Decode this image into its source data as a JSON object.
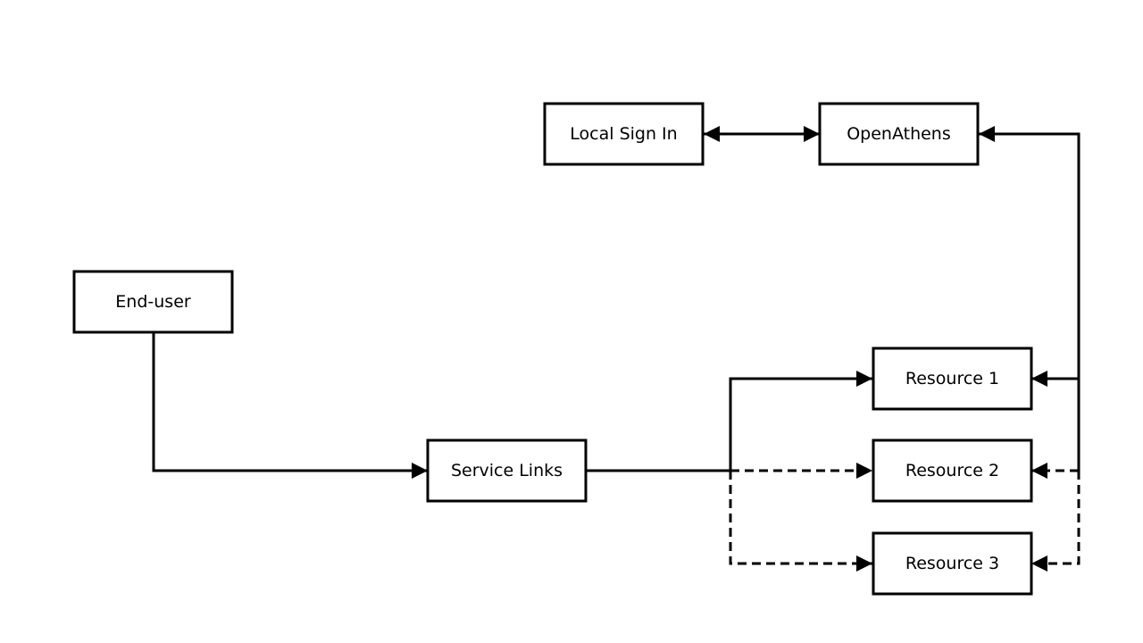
{
  "diagram": {
    "nodes": {
      "local_sign_in": "Local Sign In",
      "openathens": "OpenAthens",
      "end_user": "End-user",
      "service_links": "Service Links",
      "resource_1": "Resource 1",
      "resource_2": "Resource 2",
      "resource_3": "Resource 3"
    },
    "edges": [
      {
        "from": "local_sign_in",
        "to": "openathens",
        "style": "solid",
        "direction": "both"
      },
      {
        "from": "end_user",
        "to": "service_links",
        "style": "solid",
        "direction": "forward"
      },
      {
        "from": "service_links",
        "to": "resource_1",
        "style": "solid",
        "direction": "forward"
      },
      {
        "from": "service_links",
        "to": "resource_2",
        "style": "dashed",
        "direction": "forward"
      },
      {
        "from": "service_links",
        "to": "resource_3",
        "style": "dashed",
        "direction": "forward"
      },
      {
        "from": "openathens",
        "to": "resource_1",
        "style": "solid",
        "direction": "both"
      },
      {
        "from": "openathens",
        "to": "resource_2",
        "style": "dashed",
        "direction": "forward"
      },
      {
        "from": "openathens",
        "to": "resource_3",
        "style": "dashed",
        "direction": "forward"
      }
    ]
  }
}
